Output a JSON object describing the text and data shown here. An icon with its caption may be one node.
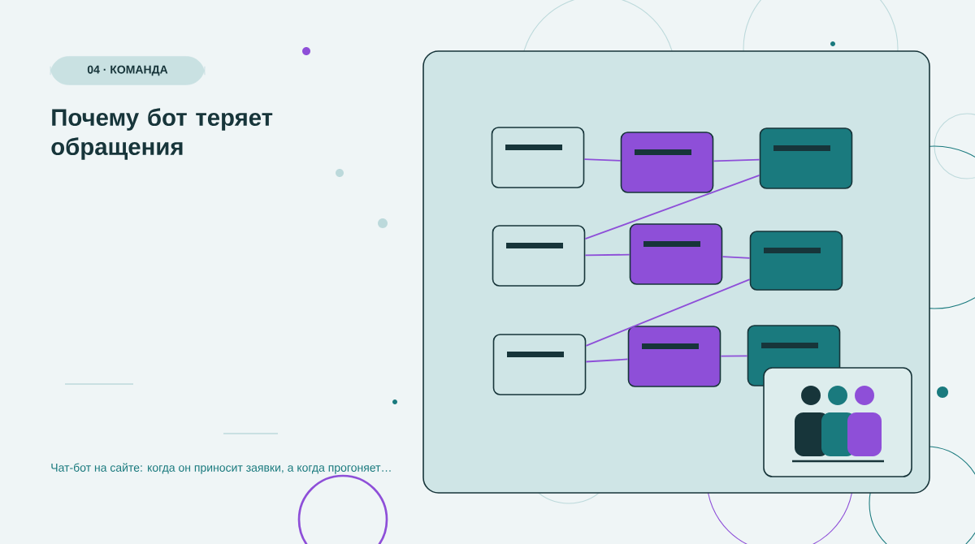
{
  "diagram": {
    "title": "Почему бот теряет обращения",
    "caption": "Чат-бот на сайте: когда он приносит заявки, а когда прогоняет…",
    "nodes": [
      {
        "text": [
          "04 · КОМАНДА"
        ]
      },
      {
        "text": [],
        "shape": "box"
      },
      {
        "text": [],
        "shape": "box"
      },
      {
        "text": [],
        "shape": "box"
      },
      {
        "text": [],
        "shape": "box"
      },
      {
        "text": [],
        "shape": "box"
      },
      {
        "text": [],
        "shape": "box"
      },
      {
        "text": [],
        "shape": "box"
      },
      {
        "text": [],
        "shape": "box"
      },
      {
        "text": [],
        "shape": "box"
      }
    ],
    "edges": [
      {
        "from": 1,
        "to": 2,
        "arrow": "none"
      },
      {
        "from": 2,
        "to": 3,
        "arrow": "none"
      },
      {
        "from": 4,
        "to": 3,
        "arrow": "none"
      },
      {
        "from": 4,
        "to": 5,
        "arrow": "none"
      },
      {
        "from": 5,
        "to": 6,
        "arrow": "none"
      },
      {
        "from": 7,
        "to": 6,
        "arrow": "none"
      },
      {
        "from": 7,
        "to": 8,
        "arrow": "none"
      },
      {
        "from": 8,
        "to": 9,
        "arrow": "none"
      }
    ]
  }
}
